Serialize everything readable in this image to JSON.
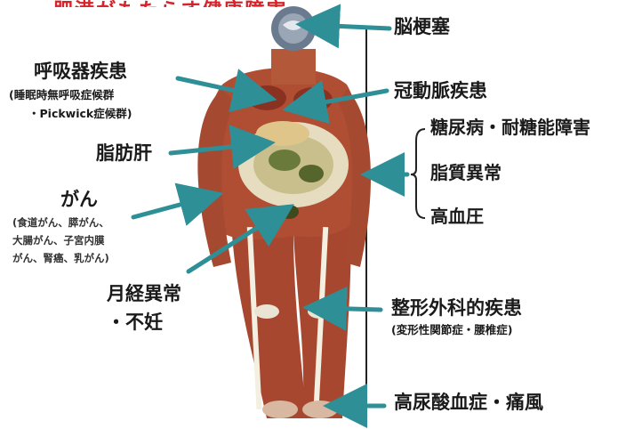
{
  "title_fragment": "肥満がもたらす健康障害",
  "colors": {
    "arrow": "#2e8f97",
    "text": "#1a1a1a",
    "title": "#d9232a",
    "muscle": "#a8472f",
    "bone": "#f3efe1",
    "fat": "#e6dcc0"
  },
  "labels": {
    "stroke": "脳梗塞",
    "respiratory": "呼吸器疾患",
    "respiratory_sub1": "(睡眠時無呼吸症候群",
    "respiratory_sub2": "・Pickwick症候群)",
    "coronary": "冠動脈疾患",
    "fatty_liver": "脂肪肝",
    "metabolic": [
      "糖尿病・耐糖能障害",
      "脂質異常",
      "高血圧"
    ],
    "cancer": "がん",
    "cancer_sub": [
      "(食道がん、膵がん、",
      "大腸がん、子宮内膜",
      "がん、腎癌、乳がん)"
    ],
    "menstrual1": "月経異常",
    "menstrual2": "・不妊",
    "orthopedic": "整形外科的疾患",
    "orthopedic_sub": "(変形性関節症・腰椎症)",
    "gout": "高尿酸血症・痛風"
  }
}
